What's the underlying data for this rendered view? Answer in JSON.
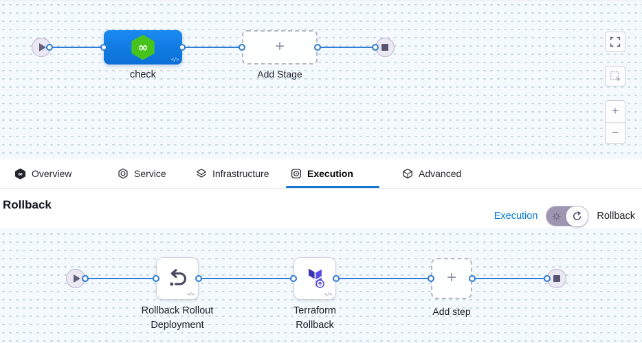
{
  "glyphs": {
    "plus": "+",
    "minus": "−",
    "code": "</>",
    "infinity": "∞"
  },
  "colors": {
    "accent_blue": "#0278d5",
    "connector_blue": "#2a78d0",
    "stage_blue": "#0d79e0",
    "harness_green": "#46c31d",
    "terraform_purple": "#5a4ce6",
    "canvas_bg": "#f3f9fd"
  },
  "pipeline_top": {
    "stage_label": "check",
    "add_stage_label": "Add Stage",
    "controls": [
      {
        "name": "fullscreen"
      },
      {
        "name": "marquee-select"
      },
      {
        "name": "zoom-in"
      },
      {
        "name": "zoom-out"
      }
    ]
  },
  "tabs": {
    "items": [
      {
        "label": "Overview",
        "icon": "harness-logo-icon",
        "active": false
      },
      {
        "label": "Service",
        "icon": "service-hexagon-icon",
        "active": false
      },
      {
        "label": "Infrastructure",
        "icon": "infrastructure-layers-icon",
        "active": false
      },
      {
        "label": "Execution",
        "icon": "execution-steps-icon",
        "active": true
      },
      {
        "label": "Advanced",
        "icon": "advanced-layers-icon",
        "active": false
      }
    ]
  },
  "rollback": {
    "title": "Rollback",
    "mode_left": "Execution",
    "mode_right": "Rollback",
    "step1_label": "Rollback Rollout Deployment",
    "step2_label": "Terraform Rollback",
    "add_step_label": "Add step"
  }
}
